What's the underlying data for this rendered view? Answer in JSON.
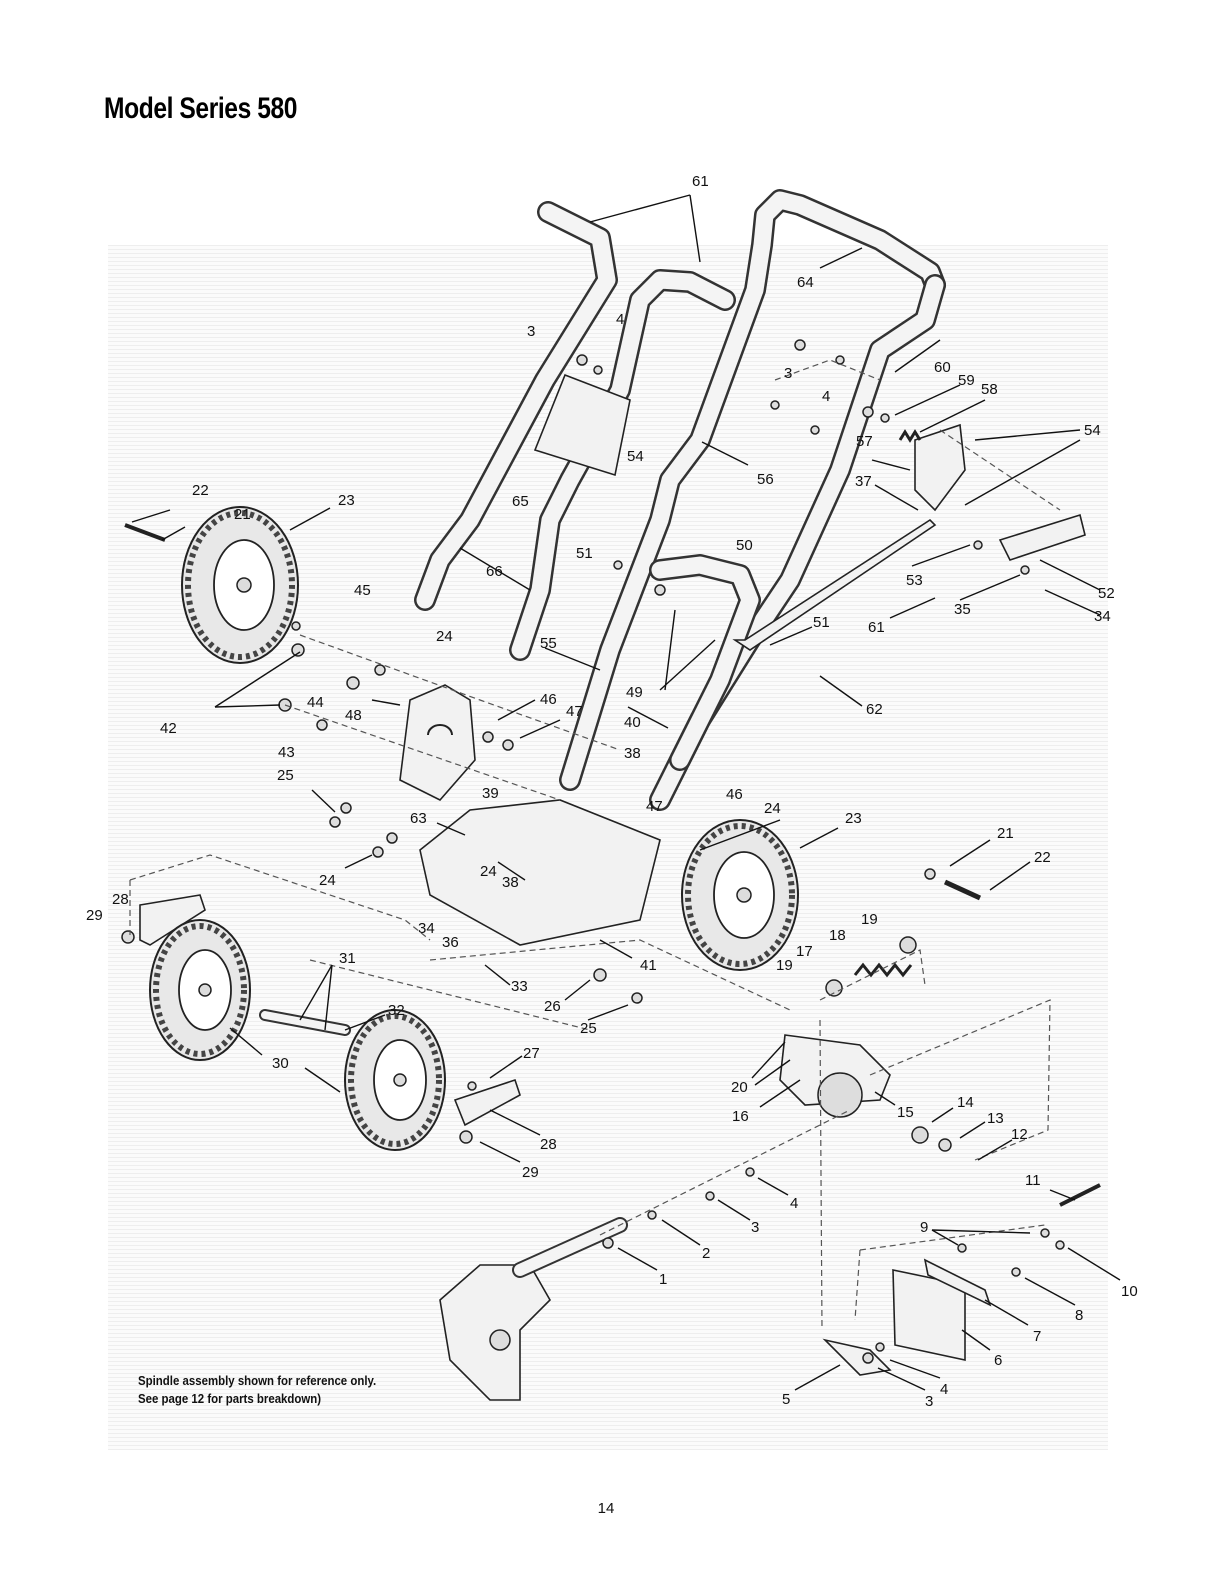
{
  "title": "Model Series 580",
  "note": {
    "line1": "Spindle assembly shown for reference only.",
    "line2": "See page 12 for parts breakdown)"
  },
  "page_number": "14",
  "callouts": [
    "61",
    "64",
    "3",
    "4",
    "3",
    "4",
    "60",
    "59",
    "58",
    "54",
    "57",
    "56",
    "54",
    "65",
    "37",
    "22",
    "21",
    "23",
    "66",
    "51",
    "50",
    "53",
    "52",
    "35",
    "34",
    "45",
    "61",
    "51",
    "55",
    "24",
    "62",
    "49",
    "44",
    "46",
    "47",
    "42",
    "48",
    "40",
    "43",
    "38",
    "25",
    "39",
    "47",
    "46",
    "24",
    "23",
    "63",
    "21",
    "22",
    "24",
    "24",
    "38",
    "28",
    "34",
    "36",
    "29",
    "19",
    "18",
    "31",
    "33",
    "41",
    "17",
    "19",
    "26",
    "32",
    "25",
    "27",
    "20",
    "30",
    "16",
    "15",
    "14",
    "13",
    "12",
    "28",
    "29",
    "4",
    "11",
    "3",
    "9",
    "2",
    "1",
    "10",
    "8",
    "7",
    "6",
    "4",
    "5",
    "3"
  ],
  "colors": {
    "ink": "#111111",
    "panel": "#fbfbfb"
  }
}
